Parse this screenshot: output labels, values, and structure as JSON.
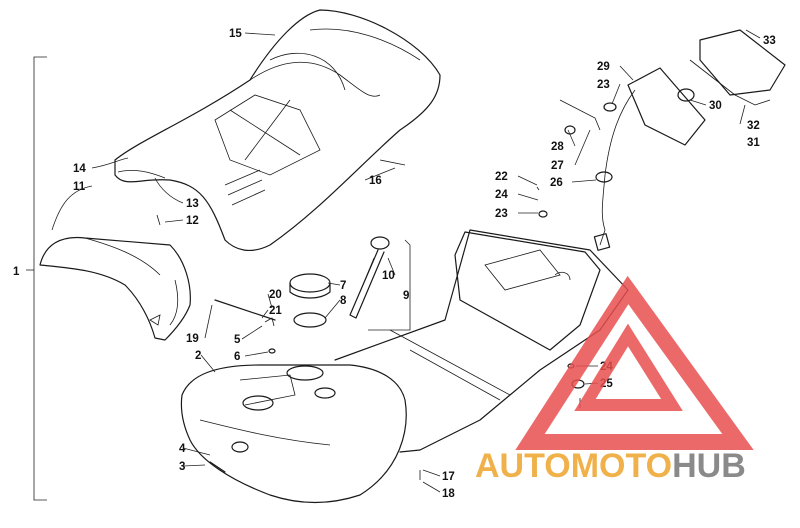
{
  "diagram": {
    "callouts": [
      "1",
      "2",
      "3",
      "4",
      "5",
      "6",
      "7",
      "8",
      "9",
      "10",
      "11",
      "12",
      "13",
      "14",
      "15",
      "16",
      "17",
      "18",
      "19",
      "20",
      "21",
      "22",
      "23",
      "24",
      "25",
      "26",
      "27",
      "28",
      "29",
      "30",
      "31",
      "32",
      "33"
    ],
    "callouts_repeat": {
      "c23b": "23",
      "c24b": "24"
    }
  },
  "watermark": {
    "word_auto": "AUTO",
    "word_moto": "MOTO",
    "word_hub": "HUB",
    "colors": {
      "triangle": "#e94f4f",
      "auto_moto": "#f0b14a",
      "hub": "#8a8a8a"
    }
  }
}
